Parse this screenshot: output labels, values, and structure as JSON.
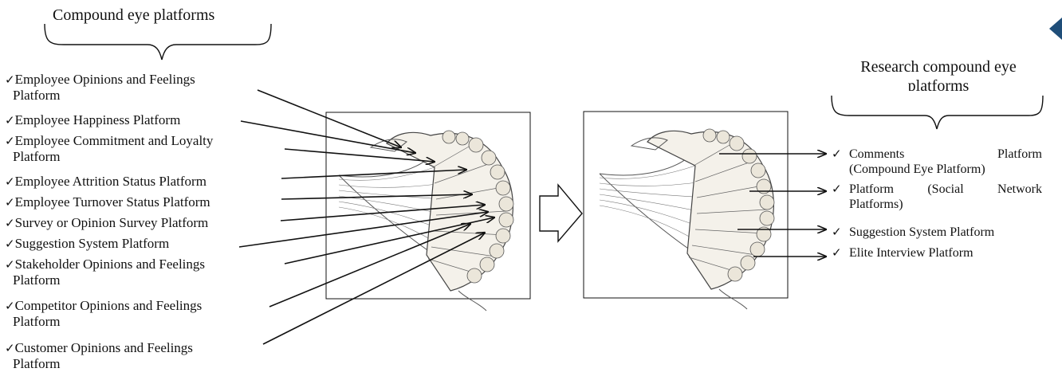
{
  "left_panel": {
    "title": "Compound eye platforms",
    "check_symbol": "✓",
    "items": [
      {
        "line1": "Employee Opinions and Feelings",
        "line2": "Platform"
      },
      {
        "line1": "Employee Happiness Platform",
        "line2": ""
      },
      {
        "line1": "Employee Commitment and Loyalty",
        "line2": "Platform"
      },
      {
        "line1": "Employee Attrition Status Platform",
        "line2": ""
      },
      {
        "line1": "Employee Turnover Status Platform",
        "line2": ""
      },
      {
        "line1": "Survey or Opinion Survey Platform",
        "line2": ""
      },
      {
        "line1": "Suggestion System Platform",
        "line2": ""
      },
      {
        "line1": "Stakeholder Opinions and Feelings",
        "line2": "Platform"
      },
      {
        "line1": "Competitor Opinions and Feelings",
        "line2": "Platform"
      },
      {
        "line1": "Customer Opinions and Feelings",
        "line2": "Platform"
      }
    ]
  },
  "right_panel": {
    "title_line1": "Research compound eye",
    "title_line2": "platforms",
    "items": [
      {
        "line1": "Comments Platform",
        "line2": "(Compound Eye Platform)"
      },
      {
        "line1": "Platform (Social Network",
        "line2": "Platforms)"
      },
      {
        "line1": "Suggestion System Platform",
        "line2": ""
      },
      {
        "line1": "Elite Interview Platform",
        "line2": ""
      }
    ]
  },
  "colors": {
    "line": "#111111",
    "eye_fill": "#f4f1ea",
    "eye_stroke": "#444444",
    "corner_marker": "#1f4e79"
  }
}
